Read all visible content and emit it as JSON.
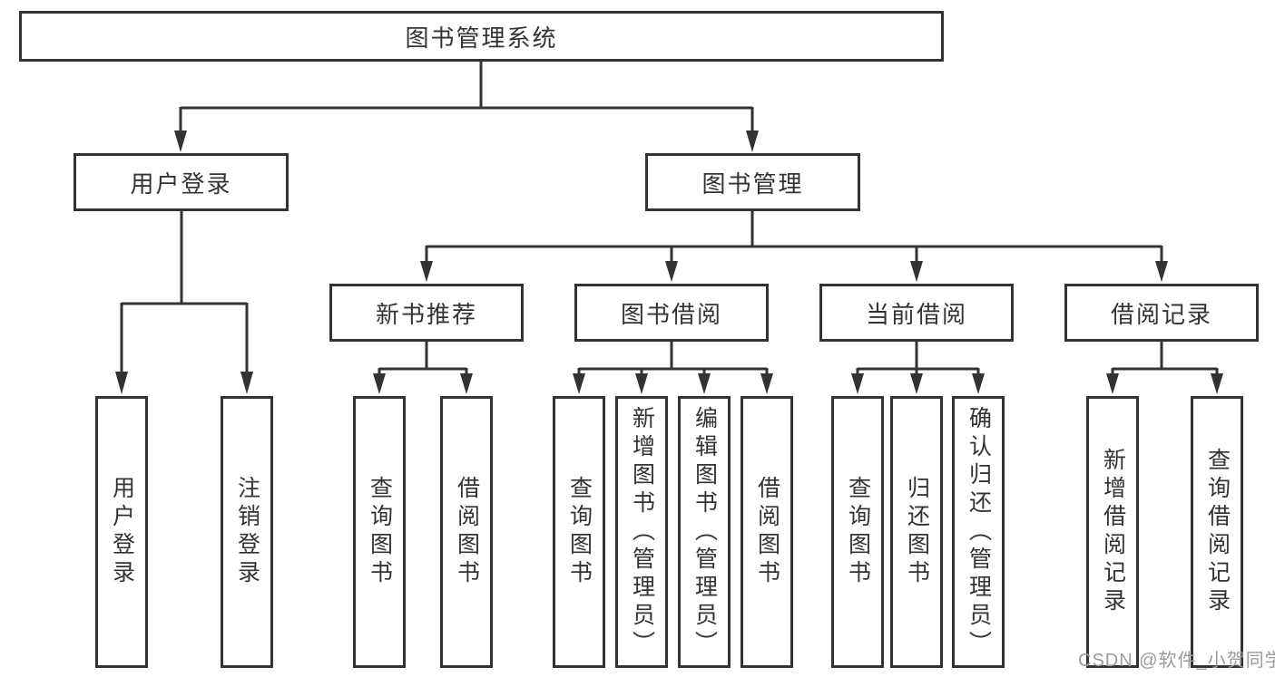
{
  "diagram": {
    "type": "tree",
    "nodes": {
      "root": "图书管理系统",
      "user_login": "用户登录",
      "book_management": "图书管理",
      "new_book_recommend": "新书推荐",
      "book_borrow": "图书借阅",
      "current_borrow": "当前借阅",
      "borrow_records": "借阅记录",
      "leaves": {
        "user_login": "用户登录",
        "logout_login": "注销登录",
        "recommend_query_books": "查询图书",
        "recommend_borrow_books": "借阅图书",
        "borrow_query_books": "查询图书",
        "borrow_add_book_admin": "新增图书（管理员）",
        "borrow_edit_book_admin": "编辑图书（管理员）",
        "borrow_borrow_books": "借阅图书",
        "current_query_books": "查询图书",
        "current_return_books": "归还图书",
        "current_confirm_return_admin": "确认归还（管理员）",
        "records_add_borrow_record": "新增借阅记录",
        "records_query_borrow_record": "查询借阅记录"
      }
    }
  },
  "watermark": {
    "text": "CSDN @软件_小贺同学",
    "color": "#9a9aa0"
  },
  "colors": {
    "line": "#333333",
    "text": "#333333",
    "background": "#ffffff"
  }
}
